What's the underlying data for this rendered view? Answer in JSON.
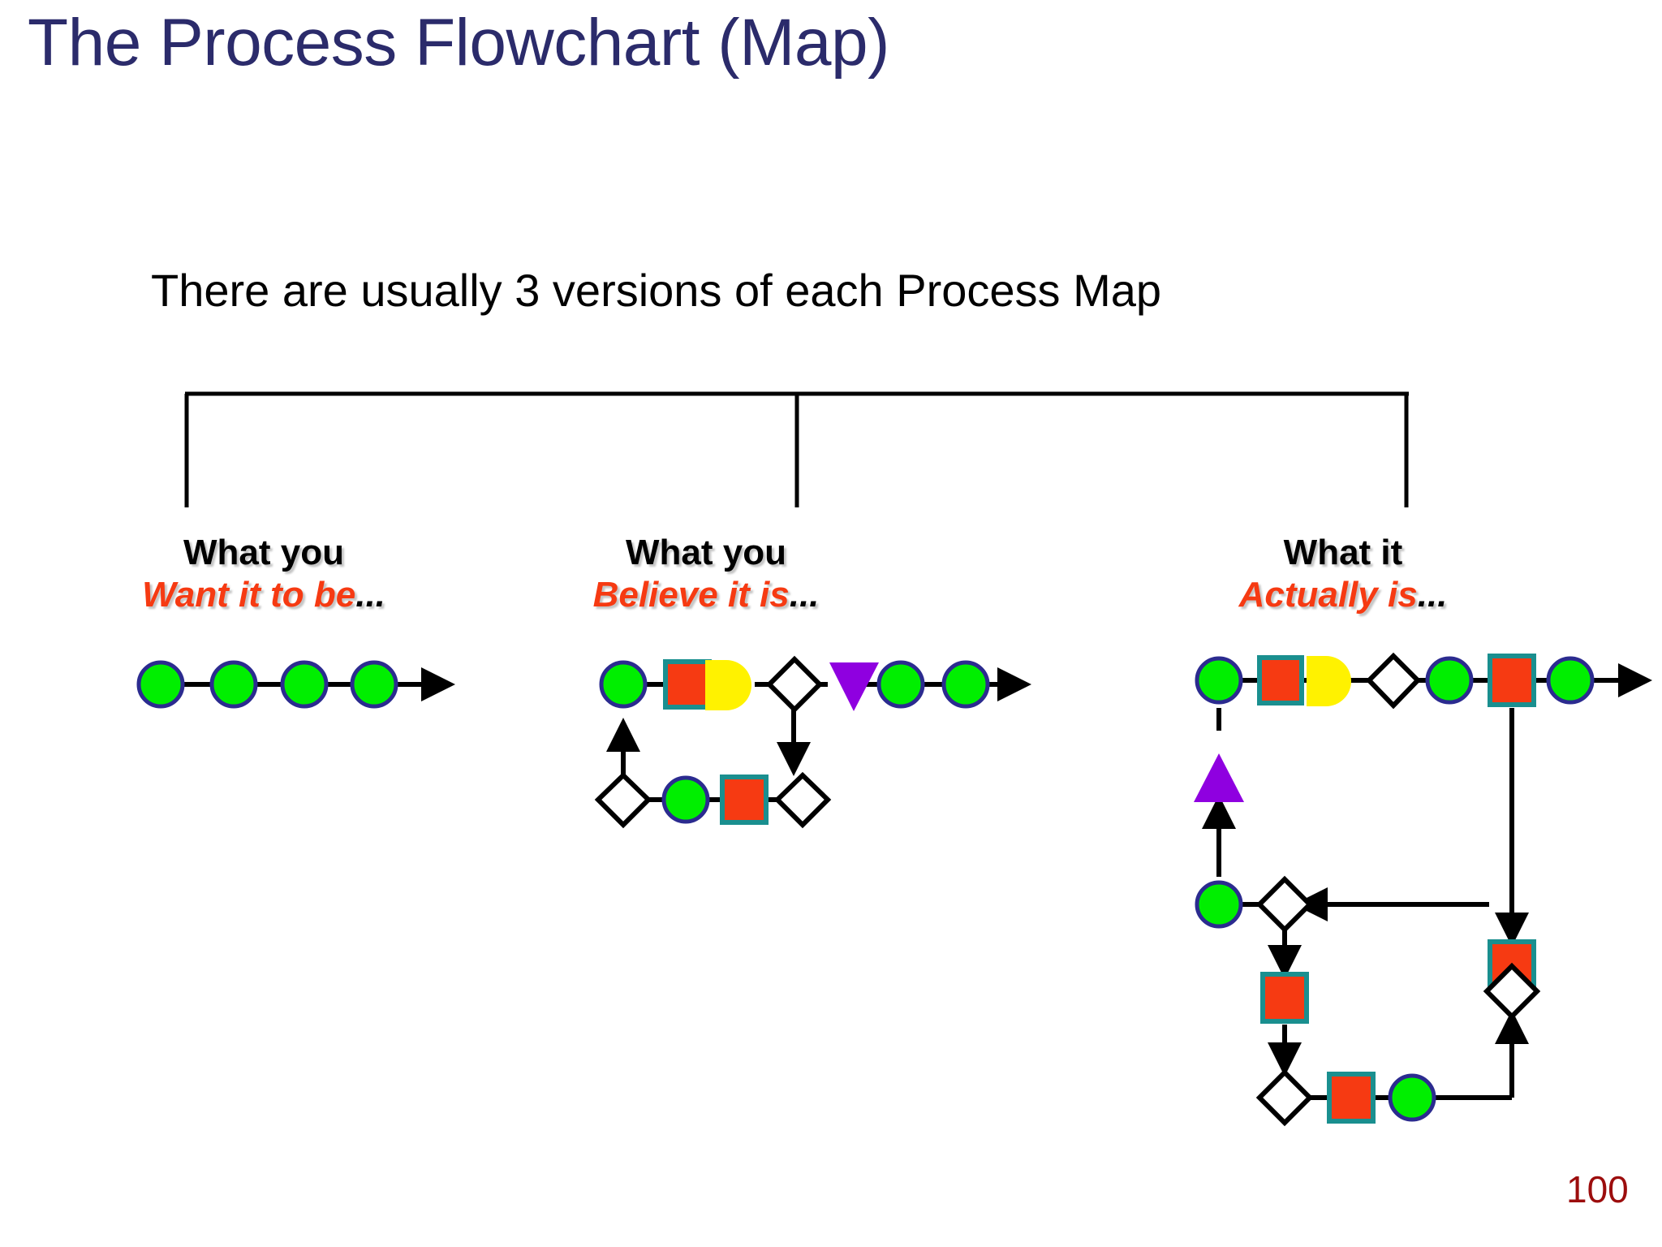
{
  "slide": {
    "title": "The Process Flowchart (Map)",
    "subtitle": "There are usually 3 versions of each Process Map",
    "page_number": "100"
  },
  "colors": {
    "title": "#2b2b6b",
    "body_text": "#000000",
    "accent_red": "#f63a12",
    "page_number": "#9c0d0d",
    "shape_green_fill": "#00ef00",
    "shape_green_stroke": "#2b2b8f",
    "shape_red_fill": "#f63a12",
    "shape_red_stroke": "#1a8f8f",
    "shape_yellow_fill": "#fff200",
    "shape_purple_fill": "#8f00e0",
    "shape_diamond_fill": "#ffffff",
    "shape_diamond_stroke": "#000000",
    "connector": "#000000",
    "bracket": "#000000"
  },
  "columns": [
    {
      "id": "want",
      "heading_line1": "What you",
      "heading_emphasis": "Want it to be",
      "heading_tail": "...",
      "description": "ideal simple linear process map",
      "shapes": [
        {
          "name": "start-circle",
          "type": "circle"
        },
        {
          "name": "step-circle-2",
          "type": "circle"
        },
        {
          "name": "step-circle-3",
          "type": "circle"
        },
        {
          "name": "step-circle-4",
          "type": "circle"
        }
      ]
    },
    {
      "id": "believe",
      "heading_line1": "What you",
      "heading_emphasis": "Believe it is",
      "heading_tail": "...",
      "description": "process map with one rework loop",
      "shapes": [
        {
          "name": "start-circle",
          "type": "circle"
        },
        {
          "name": "process-square",
          "type": "square"
        },
        {
          "name": "document-shape",
          "type": "d-shape"
        },
        {
          "name": "decision-diamond",
          "type": "diamond"
        },
        {
          "name": "delay-triangle",
          "type": "triangle-down"
        },
        {
          "name": "step-circle-6",
          "type": "circle"
        },
        {
          "name": "step-circle-7",
          "type": "circle"
        },
        {
          "name": "loop-diamond-left",
          "type": "diamond"
        },
        {
          "name": "loop-circle",
          "type": "circle"
        },
        {
          "name": "loop-square",
          "type": "square"
        },
        {
          "name": "loop-diamond-right",
          "type": "diamond"
        }
      ]
    },
    {
      "id": "actually",
      "heading_line1": "What it",
      "heading_emphasis": "Actually is",
      "heading_tail": "...",
      "description": "complex process map with large rework loop",
      "shapes": [
        {
          "name": "start-circle",
          "type": "circle"
        },
        {
          "name": "process-square-1",
          "type": "square"
        },
        {
          "name": "document-shape",
          "type": "d-shape"
        },
        {
          "name": "decision-diamond-1",
          "type": "diamond"
        },
        {
          "name": "step-circle-2",
          "type": "circle"
        },
        {
          "name": "process-square-2",
          "type": "square"
        },
        {
          "name": "end-circle",
          "type": "circle"
        },
        {
          "name": "inspect-triangle-up",
          "type": "triangle-up"
        },
        {
          "name": "loop-circle-left",
          "type": "circle"
        },
        {
          "name": "loop-diamond-left",
          "type": "diamond"
        },
        {
          "name": "loop-square-right",
          "type": "square"
        },
        {
          "name": "loop-diamond-right",
          "type": "diamond"
        },
        {
          "name": "loop-square-mid",
          "type": "square"
        },
        {
          "name": "loop-diamond-bottom",
          "type": "diamond"
        },
        {
          "name": "loop-square-bottom",
          "type": "square"
        },
        {
          "name": "loop-circle-bottom",
          "type": "circle"
        }
      ]
    }
  ]
}
